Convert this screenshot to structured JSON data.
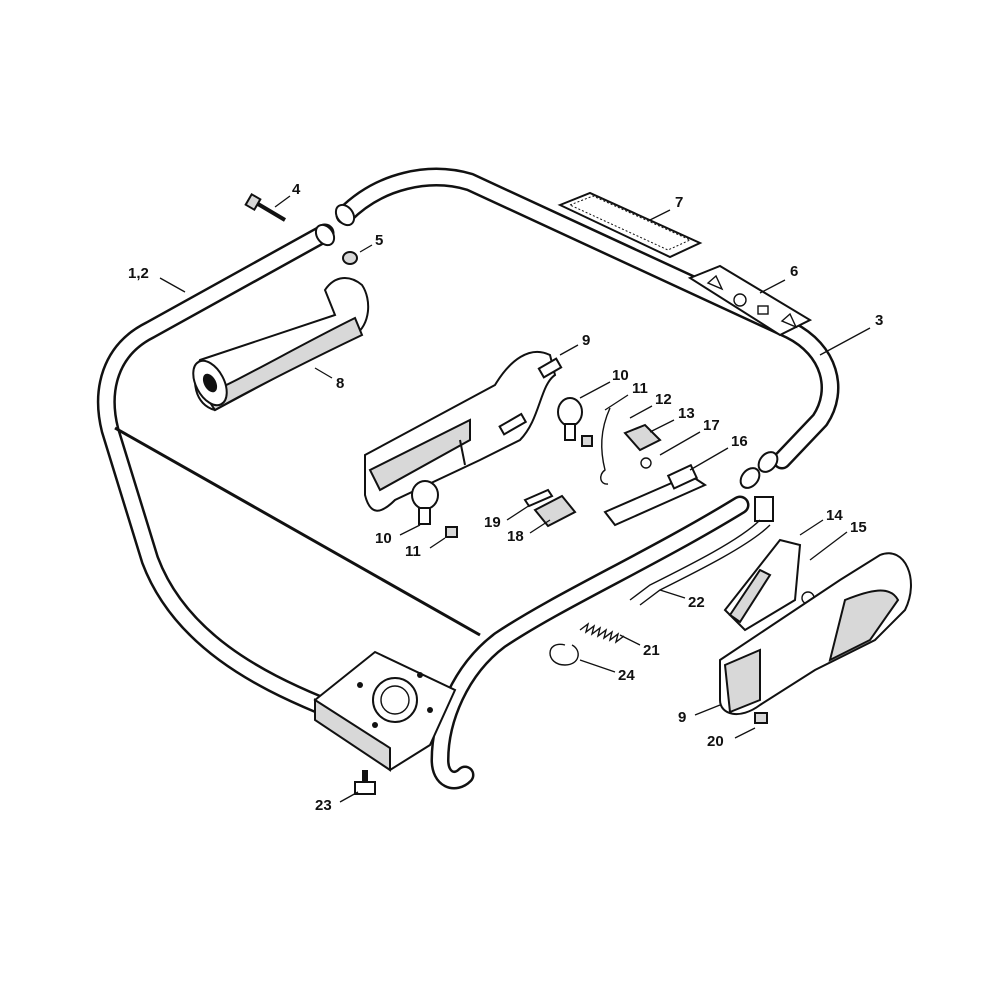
{
  "labels": {
    "l1": "1,2",
    "l3": "3",
    "l4": "4",
    "l5": "5",
    "l6": "6",
    "l7": "7",
    "l8": "8",
    "l9a": "9",
    "l9b": "9",
    "l10a": "10",
    "l10b": "10",
    "l11a": "11",
    "l11b": "11",
    "l12": "12",
    "l13": "13",
    "l14": "14",
    "l15": "15",
    "l16": "16",
    "l17": "17",
    "l18": "18",
    "l19": "19",
    "l20": "20",
    "l21": "21",
    "l22": "22",
    "l23": "23",
    "l24": "24"
  }
}
